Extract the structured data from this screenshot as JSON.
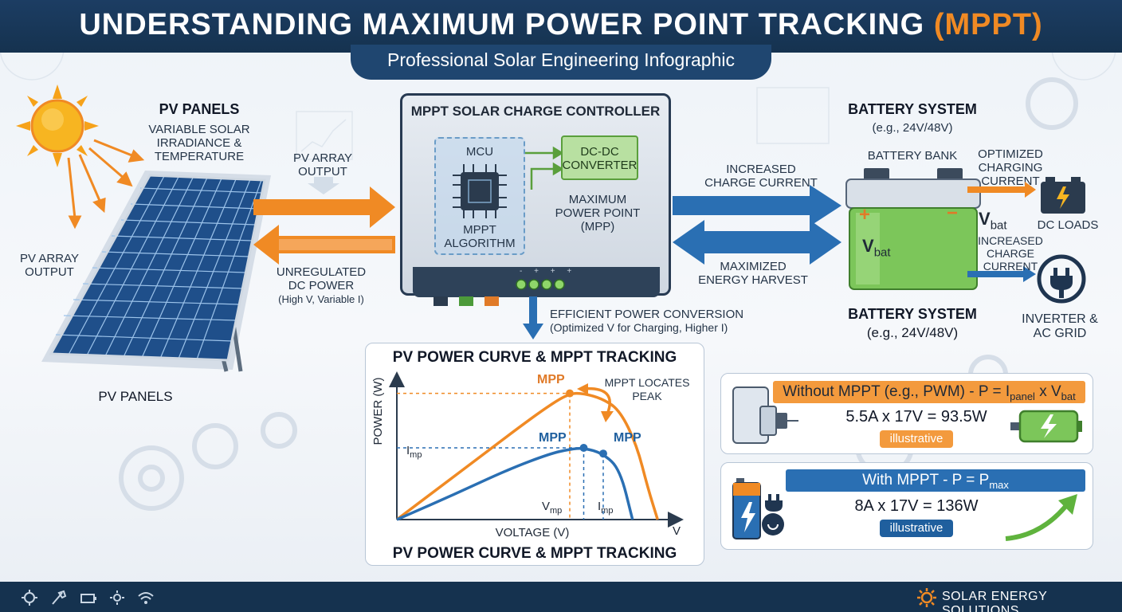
{
  "header": {
    "title_main": "UNDERSTANDING MAXIMUM POWER POINT TRACKING ",
    "title_accent": "(MPPT)",
    "subtitle": "Professional Solar Engineering Infographic"
  },
  "pv": {
    "heading": "PV PANELS",
    "irradiance_l1": "VARIABLE SOLAR",
    "irradiance_l2": "IRRADIANCE &",
    "irradiance_l3": "TEMPERATURE",
    "output_top_l1": "PV ARRAY",
    "output_top_l2": "OUTPUT",
    "output_left_l1": "PV ARRAY",
    "output_left_l2": "OUTPUT",
    "bottom_label": "PV PANELS",
    "unreg_l1": "UNREGULATED",
    "unreg_l2": "DC POWER",
    "unreg_l3": "(High V, Variable I)"
  },
  "controller": {
    "title": "MPPT SOLAR CHARGE CONTROLLER",
    "mcu": "MCU",
    "algo_l1": "MPPT",
    "algo_l2": "ALGORITHM",
    "dcdc_l1": "DC-DC",
    "dcdc_l2": "CONVERTER",
    "mpp_l1": "MAXIMUM",
    "mpp_l2": "POWER POINT",
    "mpp_l3": "(MPP)",
    "indicator_text": "-  +  +  +",
    "efficient_l1": "EFFICIENT POWER CONVERSION",
    "efficient_l2": "(Optimized V for Charging, Higher I)"
  },
  "flow": {
    "charge_l1": "INCREASED",
    "charge_l2": "CHARGE CURRENT",
    "harvest_l1": "MAXIMIZED",
    "harvest_l2": "ENERGY HARVEST"
  },
  "battery": {
    "heading": "BATTERY SYSTEM",
    "heading_sub": "(e.g., 24V/48V)",
    "bank": "BATTERY BANK",
    "vbat": "V",
    "vbat_sub": "bat",
    "plus": "+",
    "minus": "−",
    "heading2": "BATTERY SYSTEM",
    "heading2_sub": "(e.g., 24V/48V)"
  },
  "loads": {
    "opt_l1": "OPTIMIZED",
    "opt_l2": "CHARGING",
    "opt_l3": "CURRENT",
    "vbat": "V",
    "vbat_sub": "bat",
    "dc_loads": "DC LOADS",
    "inc_l1": "INCREASED",
    "inc_l2": "CHARGE",
    "inc_l3": "CURRENT",
    "inverter_l1": "INVERTER &",
    "inverter_l2": "AC GRID"
  },
  "chart": {
    "title_top": "PV POWER CURVE & MPPT TRACKING",
    "title_bottom": "PV POWER CURVE & MPPT TRACKING",
    "ylabel": "POWER (W)",
    "xlabel": "VOLTAGE (V)",
    "x_end": "V",
    "mpp_top": "MPP",
    "mpp_mid": "MPP",
    "mpp_right": "MPP",
    "locates_l1": "MPPT LOCATES",
    "locates_l2": "PEAK",
    "imp": "I",
    "imp_sub": "mp",
    "vmp": "V",
    "vmp_sub": "mp",
    "imp_x": "I",
    "imp_x_sub": "mp"
  },
  "chart_data": {
    "type": "line",
    "title": "PV POWER CURVE & MPPT TRACKING",
    "xlabel": "VOLTAGE (V)",
    "ylabel": "POWER (W)",
    "grid": false,
    "xlim": [
      0,
      100
    ],
    "ylim": [
      0,
      100
    ],
    "series": [
      {
        "x": [
          0,
          15,
          30,
          45,
          55,
          62,
          67,
          74,
          80,
          86,
          90,
          93.5
        ],
        "y": [
          0,
          22,
          44,
          66,
          80,
          88,
          88,
          84,
          76,
          52,
          22,
          0
        ]
      },
      {
        "x": [
          0,
          20,
          40,
          55,
          62,
          67,
          74,
          80,
          84.5
        ],
        "y": [
          0,
          17,
          35,
          46,
          49,
          50,
          46,
          35,
          0
        ]
      }
    ],
    "annotations": [
      "MPP",
      "MPP",
      "MPP",
      "MPPT LOCATES PEAK"
    ]
  },
  "comparison": {
    "without_title": "Without MPPT (e.g., PWM) - P = I",
    "without_sub1": "panel",
    "without_mid": " x V",
    "without_sub2": "bat",
    "without_calc": "5.5A x 17V = 93.5W",
    "without_pill": "illustrative",
    "with_title": "With MPPT - P = P",
    "with_sub": "max",
    "with_calc": "8A x 17V = 136W",
    "with_pill": "illustrative"
  },
  "footer": {
    "brand": "SOLAR ENERGY SOLUTIONS"
  },
  "colors": {
    "navy": "#15324f",
    "orange": "#f08a24",
    "blue": "#2a6fb3",
    "green": "#7cc65a"
  }
}
